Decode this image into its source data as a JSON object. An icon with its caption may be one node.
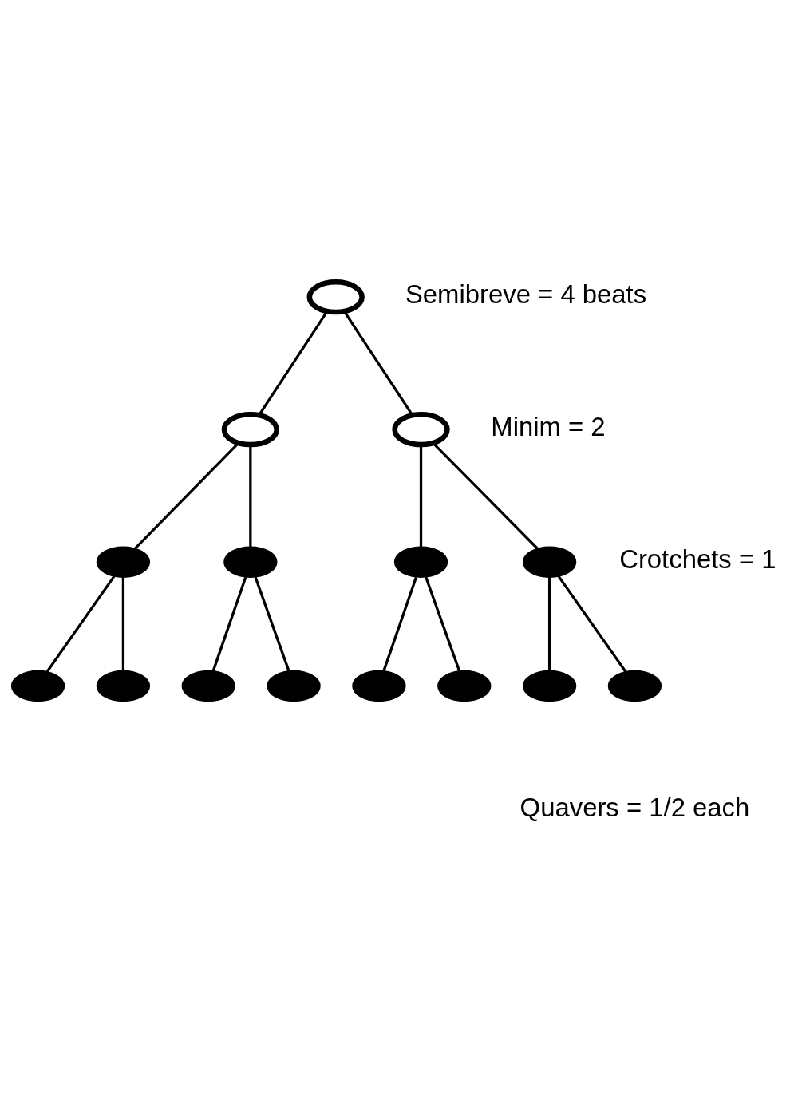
{
  "diagram": {
    "nodes": [
      {
        "text": [],
        "shape": "ellipse"
      },
      {
        "text": [],
        "shape": "ellipse"
      },
      {
        "text": [],
        "shape": "ellipse"
      },
      {
        "text": [],
        "shape": "ellipse"
      },
      {
        "text": [],
        "shape": "ellipse"
      },
      {
        "text": [],
        "shape": "ellipse"
      },
      {
        "text": [],
        "shape": "ellipse"
      },
      {
        "text": [],
        "shape": "ellipse"
      },
      {
        "text": [],
        "shape": "ellipse"
      },
      {
        "text": [],
        "shape": "ellipse"
      },
      {
        "text": [],
        "shape": "ellipse"
      },
      {
        "text": [],
        "shape": "ellipse"
      },
      {
        "text": [],
        "shape": "ellipse"
      },
      {
        "text": [],
        "shape": "ellipse"
      },
      {
        "text": [],
        "shape": "ellipse"
      }
    ],
    "edges": [
      {
        "from": 0,
        "to": 1,
        "arrow": "none"
      },
      {
        "from": 0,
        "to": 2,
        "arrow": "none"
      },
      {
        "from": 1,
        "to": 3,
        "arrow": "none"
      },
      {
        "from": 1,
        "to": 4,
        "arrow": "none"
      },
      {
        "from": 2,
        "to": 5,
        "arrow": "none"
      },
      {
        "from": 2,
        "to": 6,
        "arrow": "none"
      },
      {
        "from": 3,
        "to": 7,
        "arrow": "none"
      },
      {
        "from": 3,
        "to": 8,
        "arrow": "none"
      },
      {
        "from": 4,
        "to": 9,
        "arrow": "none"
      },
      {
        "from": 4,
        "to": 10,
        "arrow": "none"
      },
      {
        "from": 5,
        "to": 11,
        "arrow": "none"
      },
      {
        "from": 5,
        "to": 12,
        "arrow": "none"
      },
      {
        "from": 6,
        "to": 13,
        "arrow": "none"
      },
      {
        "from": 6,
        "to": 14,
        "arrow": "none"
      }
    ],
    "labels": [
      "Semibreve = 4 beats",
      "Minim = 2",
      "Crotchets = 1",
      "Quavers = 1/2 each"
    ]
  }
}
